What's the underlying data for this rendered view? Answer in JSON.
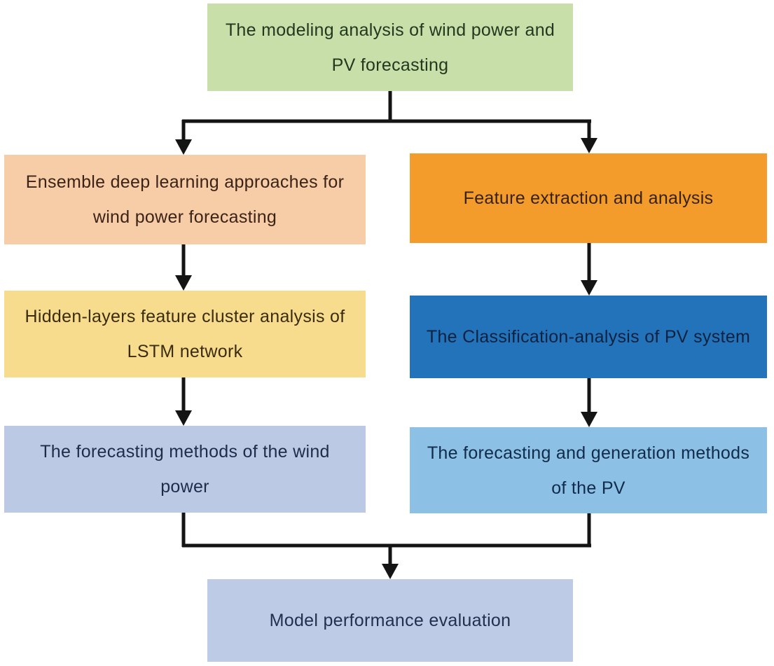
{
  "colors": {
    "background": "#ffffff",
    "line": "#141414"
  },
  "nodes": {
    "root": {
      "bg": "#c8dfaa",
      "fg": "#22381f",
      "lines": [
        "The modeling analysis of wind power and",
        "PV forecasting"
      ]
    },
    "wind1": {
      "bg": "#f7cda8",
      "fg": "#3b2317",
      "lines": [
        "Ensemble deep learning approaches for",
        "wind power forecasting"
      ]
    },
    "pv1": {
      "bg": "#f39b2b",
      "fg": "#37220e",
      "lines": [
        "Feature extraction and analysis"
      ]
    },
    "wind2": {
      "bg": "#f8dc8e",
      "fg": "#3a2c10",
      "lines": [
        "Hidden-layers feature cluster analysis of",
        "LSTM network"
      ]
    },
    "pv2": {
      "bg": "#2373bb",
      "fg": "#0c2240",
      "lines": [
        "The Classification-analysis of PV system"
      ]
    },
    "wind3": {
      "bg": "#bcc9e5",
      "fg": "#1f2c49",
      "lines": [
        "The forecasting methods of the wind",
        "power"
      ]
    },
    "pv3": {
      "bg": "#8cc0e4",
      "fg": "#112b4b",
      "lines": [
        "The forecasting and generation methods",
        "of the PV"
      ]
    },
    "eval": {
      "bg": "#becbe7",
      "fg": "#23304d",
      "lines": [
        "Model performance evaluation"
      ]
    }
  }
}
